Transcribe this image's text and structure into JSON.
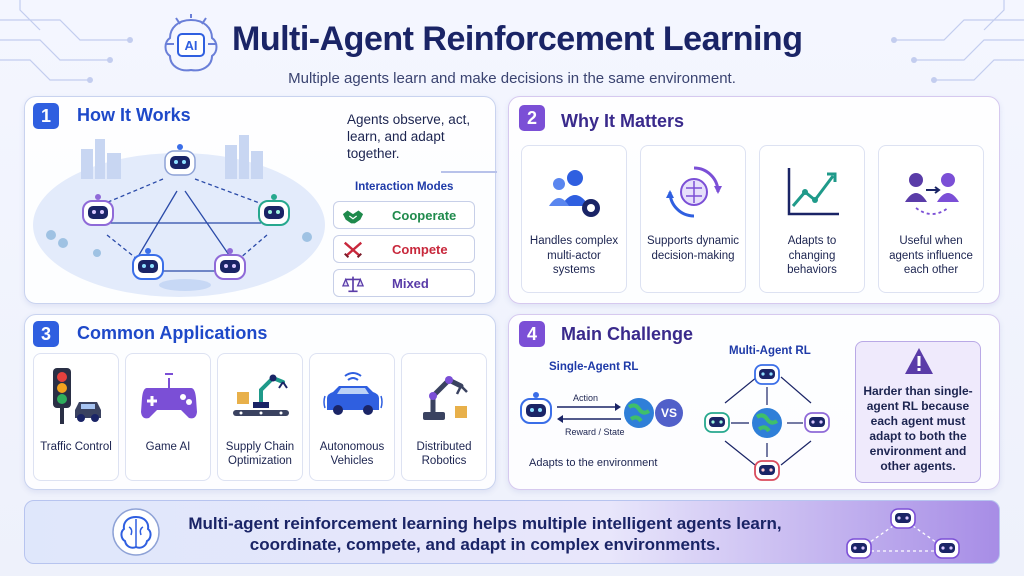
{
  "header": {
    "logo_text": "AI",
    "title": "Multi-Agent Reinforcement Learning",
    "subtitle": "Multiple agents learn and make decisions in the same environment."
  },
  "how_it_works": {
    "number": "1",
    "title": "How It Works",
    "description": "Agents observe, act, learn, and adapt together.",
    "modes_title": "Interaction Modes",
    "modes": [
      {
        "label": "Cooperate",
        "color": "#1f8a4c",
        "icon": "handshake-icon"
      },
      {
        "label": "Compete",
        "color": "#c8283c",
        "icon": "crossed-swords-icon"
      },
      {
        "label": "Mixed",
        "color": "#5a3ca8",
        "icon": "scales-icon"
      }
    ]
  },
  "why_it_matters": {
    "number": "2",
    "title": "Why It Matters",
    "cards": [
      {
        "text": "Handles complex multi-actor systems",
        "icon": "team-gear-icon"
      },
      {
        "text": "Supports dynamic decision-making",
        "icon": "brain-cycle-icon"
      },
      {
        "text": "Adapts to changing behaviors",
        "icon": "trend-chart-icon"
      },
      {
        "text": "Useful when agents influence each other",
        "icon": "people-exchange-icon"
      }
    ]
  },
  "applications": {
    "number": "3",
    "title": "Common Applications",
    "items": [
      {
        "text": "Traffic Control",
        "icon": "traffic-light-icon"
      },
      {
        "text": "Game AI",
        "icon": "gamepad-icon"
      },
      {
        "text": "Supply Chain Optimization",
        "icon": "robot-arm-conveyor-icon"
      },
      {
        "text": "Autonomous Vehicles",
        "icon": "car-icon"
      },
      {
        "text": "Distributed Robotics",
        "icon": "robot-arm-icon"
      }
    ]
  },
  "main_challenge": {
    "number": "4",
    "title": "Main Challenge",
    "single_label": "Single-Agent RL",
    "action_label": "Action",
    "reward_label": "Reward / State",
    "adapt_label": "Adapts to the environment",
    "vs_label": "VS",
    "multi_label": "Multi-Agent RL",
    "warning_text": "Harder than single-agent RL because each agent must adapt to both the environment and other agents."
  },
  "footer": {
    "text": "Multi-agent reinforcement learning helps multiple intelligent agents learn, coordinate, compete, and adapt in complex environments."
  },
  "colors": {
    "title": "#1a2466",
    "blue_accent": "#2f5fe0",
    "violet_accent": "#7b4fd6",
    "agent_purple": "#8f6ad8",
    "agent_teal": "#27a88e",
    "agent_blue": "#3a6ee8",
    "agent_red": "#d94a5c"
  }
}
